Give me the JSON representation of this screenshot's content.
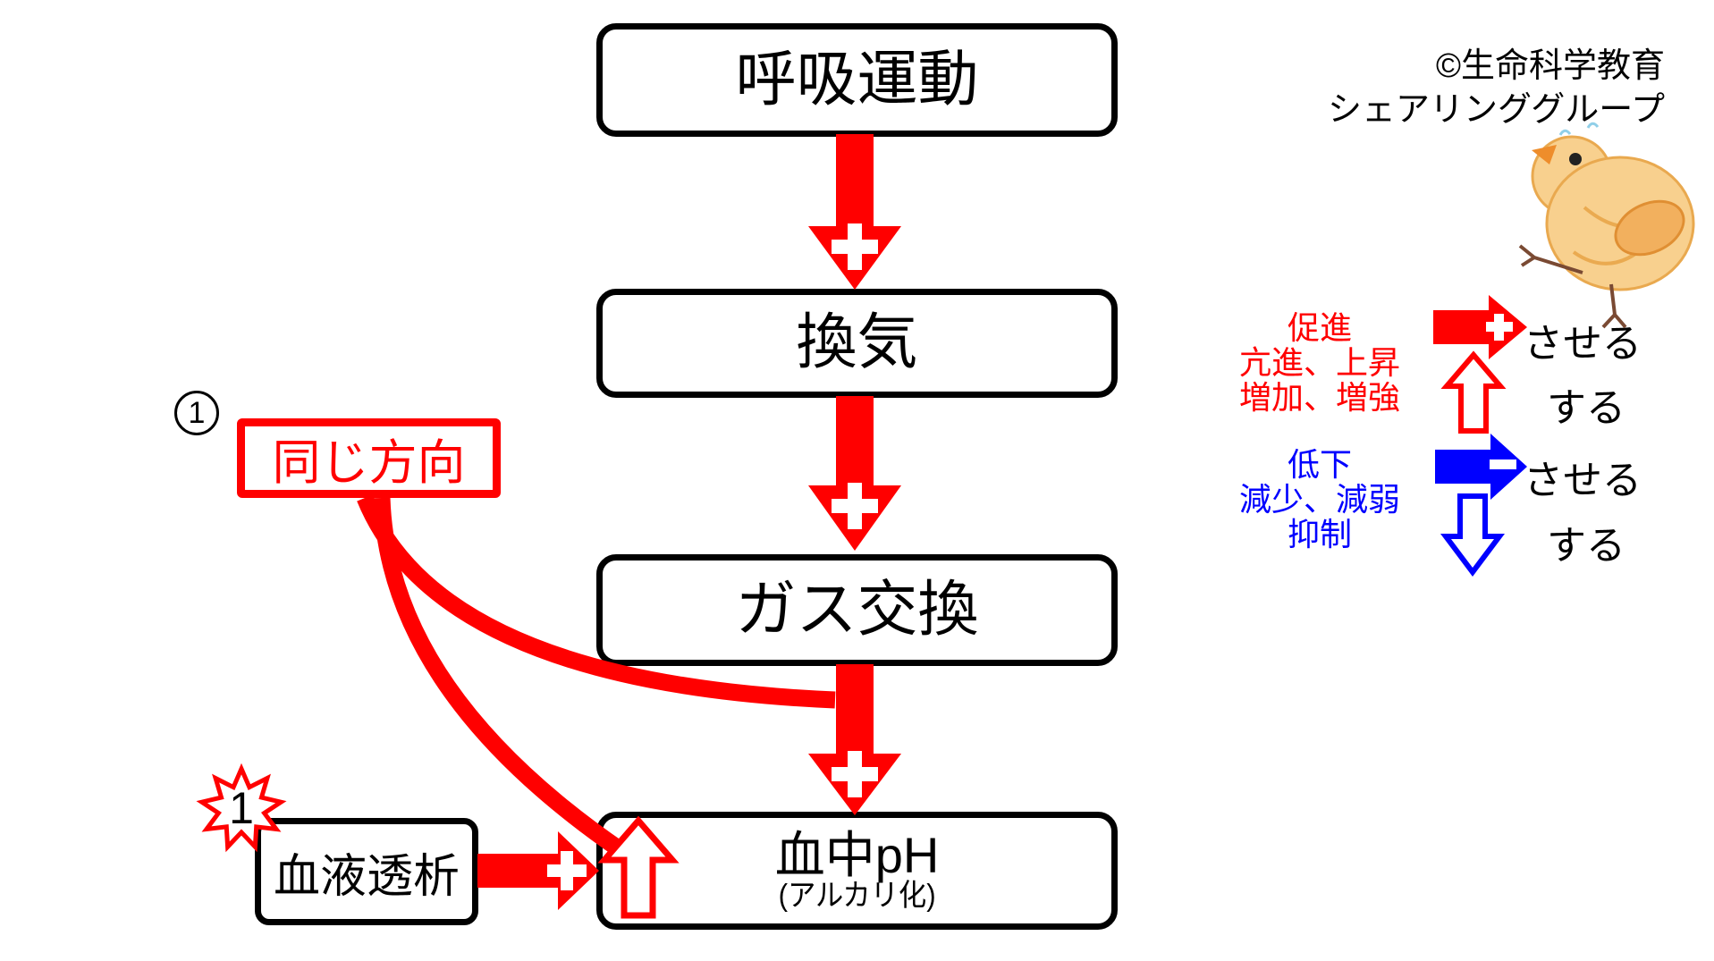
{
  "colors": {
    "background": "#ffffff",
    "accent_red": "#ff0000",
    "accent_blue": "#0000ff",
    "box_border": "#000000"
  },
  "flow_boxes": {
    "respiration": "呼吸運動",
    "ventilation": "換気",
    "gas_exchange": "ガス交換",
    "blood_ph": "血中pH",
    "blood_ph_sub": "(アルカリ化)",
    "hemodialysis": "血液透析"
  },
  "annotations": {
    "circle_number": "1",
    "star_number": "1",
    "same_direction": "同じ方向"
  },
  "legend": {
    "promote": {
      "line1": "促進",
      "line2": "亢進、上昇",
      "line3": "増加、増強",
      "causative_label": "させる",
      "plain_label": "する"
    },
    "suppress": {
      "line1": "低下",
      "line2": "減少、減弱",
      "line3": "抑制",
      "causative_label": "させる",
      "plain_label": "する"
    }
  },
  "copyright": {
    "line1": "©生命科学教育",
    "line2": "シェアリンググループ"
  }
}
